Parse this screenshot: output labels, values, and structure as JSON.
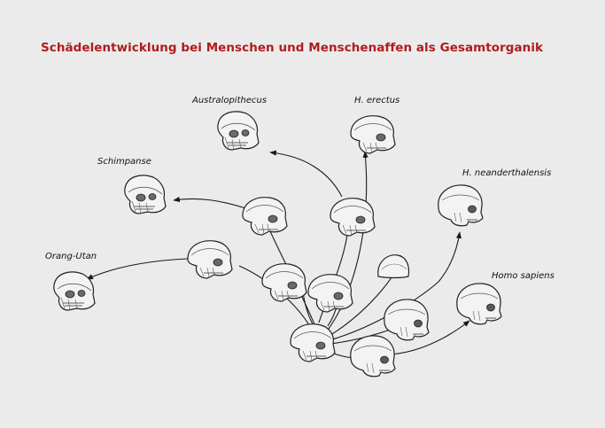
{
  "title": "Schädelentwicklung bei Menschen und Menschenaffen als Gesamtorganik",
  "labels": {
    "australopithecus": "Australopithecus",
    "h_erectus": "H. erectus",
    "schimpanse": "Schimpanse",
    "h_neanderthalensis": "H. neanderthalensis",
    "orang_utan": "Orang-Utan",
    "homo_sapiens": "Homo sapiens"
  },
  "colors": {
    "title": "#b01c1c",
    "background": "#ebebeb",
    "line": "#1a1a1a"
  },
  "icons": [
    "skull-icon"
  ]
}
